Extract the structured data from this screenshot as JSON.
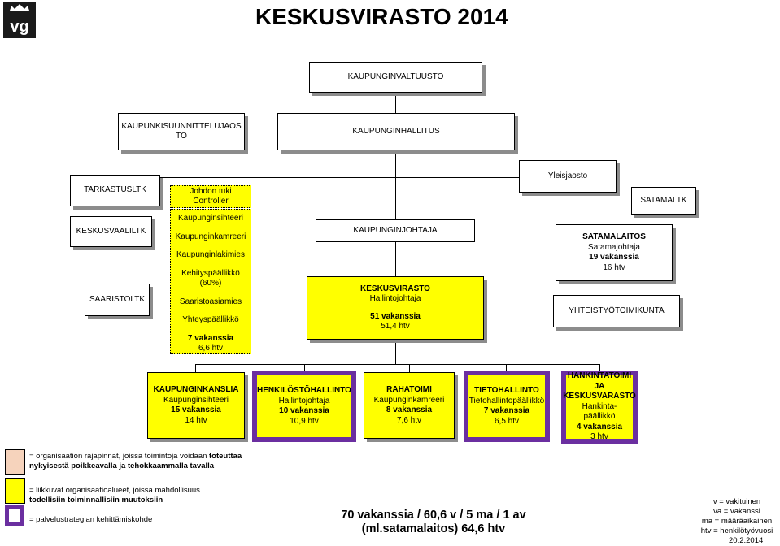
{
  "title": "KESKUSVIRASTO 2014",
  "logo_text": "vg",
  "council": "KAUPUNGINVALTUUSTO",
  "planning_committee": [
    "KAUPUNKISUUNNITTELUJAOS",
    "TO"
  ],
  "city_board": "KAUPUNGINHALLITUS",
  "sub_division": "Yleisjaosto",
  "audit_committee": "TARKASTUSLTK",
  "controller": [
    "Johdon tuki",
    "Controller"
  ],
  "harbour_committee": "SATAMALTK",
  "election_committee": "KESKUSVAALILTK",
  "archipelago_committee": "SAARISTOLTK",
  "staff_list": [
    "Kaupunginsihteeri",
    "Kaupunginkamreeri",
    "Kaupunginlakimies",
    "Kehityspäällikkö",
    "(60%)",
    "Saaristoasiamies",
    "Yhteyspäällikkö"
  ],
  "staff_count": "7 vakanssia",
  "staff_htv": "6,6 htv",
  "mayor": "KAUPUNGINJOHTAJA",
  "central_office": {
    "name": "KESKUSVIRASTO",
    "role": "Hallintojohtaja",
    "count": "51 vakanssia",
    "htv": "51,4 htv"
  },
  "port_authority": {
    "name": "SATAMALAITOS",
    "role": "Satamajohtaja",
    "count": "19 vakanssia",
    "htv": "16 htv"
  },
  "joint_authority": "YHTEISTYÖTOIMIKUNTA",
  "departments": [
    {
      "name": "KAUPUNGINKANSLIA",
      "role": "Kaupunginsihteeri",
      "count": "15 vakanssia",
      "htv": "14 htv"
    },
    {
      "name": "HENKILÖSTÖHALLINTO",
      "role": "Hallintojohtaja",
      "count": "10 vakanssia",
      "htv": "10,9 htv"
    },
    {
      "name": "RAHATOIMI",
      "role": "Kaupunginkamreeri",
      "count": "8 vakanssia",
      "htv": "7,6 htv"
    },
    {
      "name": "TIETOHALLINTO",
      "role": "Tietohallintopäällikkö",
      "count": "7 vakanssia",
      "htv": "6,5 htv"
    },
    {
      "name": "HANKINTATOIMI JA KESKUSVARASTO",
      "role": "Hankinta-päällikkö",
      "count": "4 vakanssia",
      "htv": "3 htv"
    }
  ],
  "legend": {
    "peach": [
      "= organisaation rajapinnat, joissa toimintoja voidaan ",
      "toteuttaa",
      "nykyisestä poikkeavalla ja tehokkaammalla tavalla"
    ],
    "yellow": [
      "= liikkuvat organisaatioalueet, joissa mahdollisuus",
      "todellisiin toiminnallisiin muutoksiin"
    ],
    "purple": "= palvelustrategian kehittämiskohde"
  },
  "totals": [
    "70 vakanssia / 60,6 v / 5 ma / 1 av",
    "(ml.satamalaitos) 64,6 htv"
  ],
  "abbreviations": [
    "v = vakituinen",
    "va = vakanssi",
    "ma = määräaikainen",
    "htv = henkilötyövuosi"
  ],
  "date": "20.2.2014",
  "colors": {
    "yellow": "#ffff00",
    "purple": "#6b2fa0",
    "peach": "#f6d3bc",
    "shadow": "#8c8c8c"
  }
}
